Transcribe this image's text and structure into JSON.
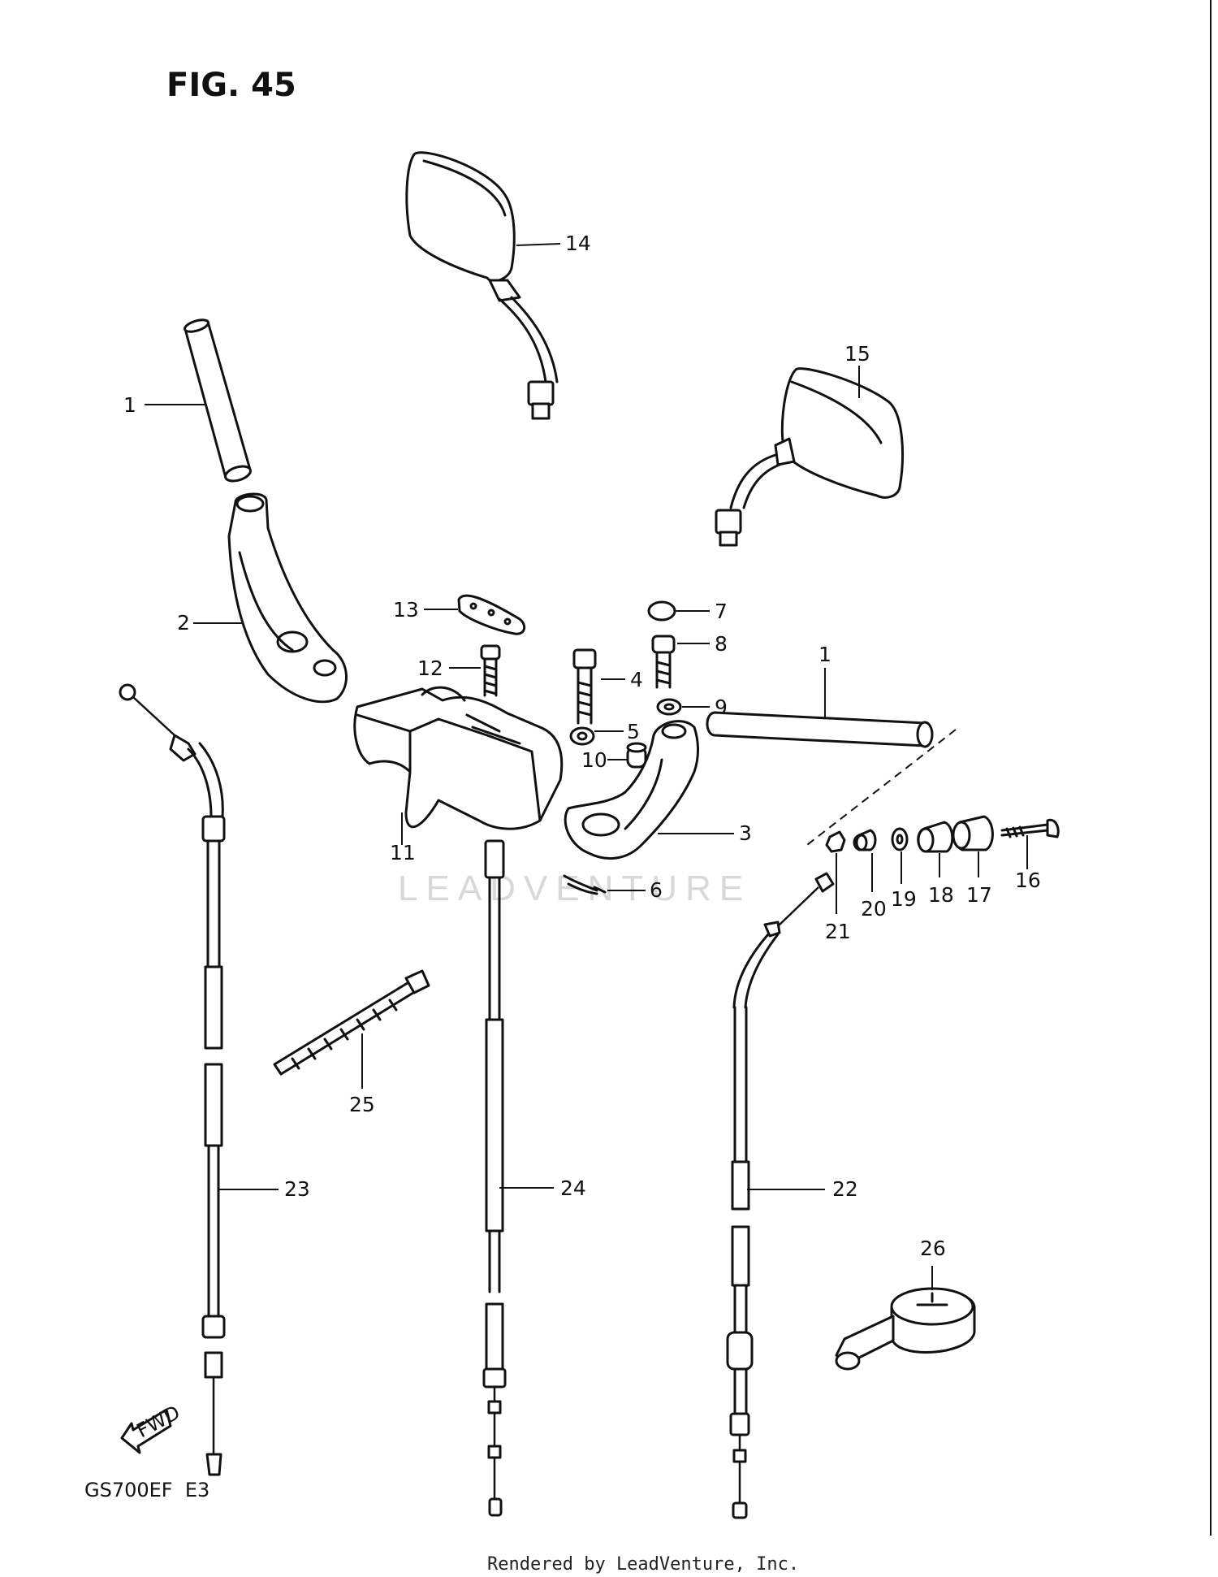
{
  "figure_title": "FIG. 45",
  "model_code": "GS700EF  E3",
  "footer": "Rendered by LeadVenture, Inc.",
  "watermark": "LEADVENTURE",
  "fwd_label": "FWD",
  "callouts": {
    "c1a": "1",
    "c1b": "1",
    "c2": "2",
    "c3": "3",
    "c4": "4",
    "c5": "5",
    "c6": "6",
    "c7": "7",
    "c8": "8",
    "c9": "9",
    "c10": "10",
    "c11": "11",
    "c12": "12",
    "c13": "13",
    "c14": "14",
    "c15": "15",
    "c16": "16",
    "c17": "17",
    "c18": "18",
    "c19": "19",
    "c20": "20",
    "c21": "21",
    "c22": "22",
    "c23": "23",
    "c24": "24",
    "c25": "25",
    "c26": "26"
  }
}
